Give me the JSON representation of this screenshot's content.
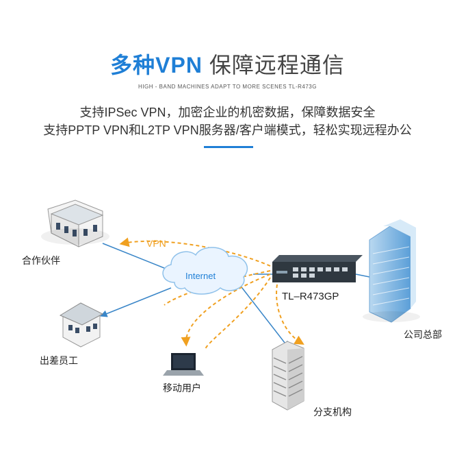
{
  "header": {
    "title_highlight": "多种VPN",
    "title_rest": " 保障远程通信",
    "subtitle": "HIGH - BAND MACHINES ADAPT TO MORE SCENES TL-R473G",
    "line1": "支持IPSec VPN，加密企业的机密数据，保障数据安全",
    "line2": "支持PPTP VPN和L2TP VPN服务器/客户端模式，轻松实现远程办公"
  },
  "diagram": {
    "partner": "合作伙伴",
    "traveling_staff": "出差员工",
    "mobile_user": "移动用户",
    "branch": "分支机构",
    "headquarters": "公司总部",
    "router": "TL–R473GP",
    "internet": "Internet",
    "vpn": "VPN"
  },
  "colors": {
    "accent": "#1f7fd6",
    "vpn_line": "#f0a020",
    "link_line": "#3a86c8"
  }
}
